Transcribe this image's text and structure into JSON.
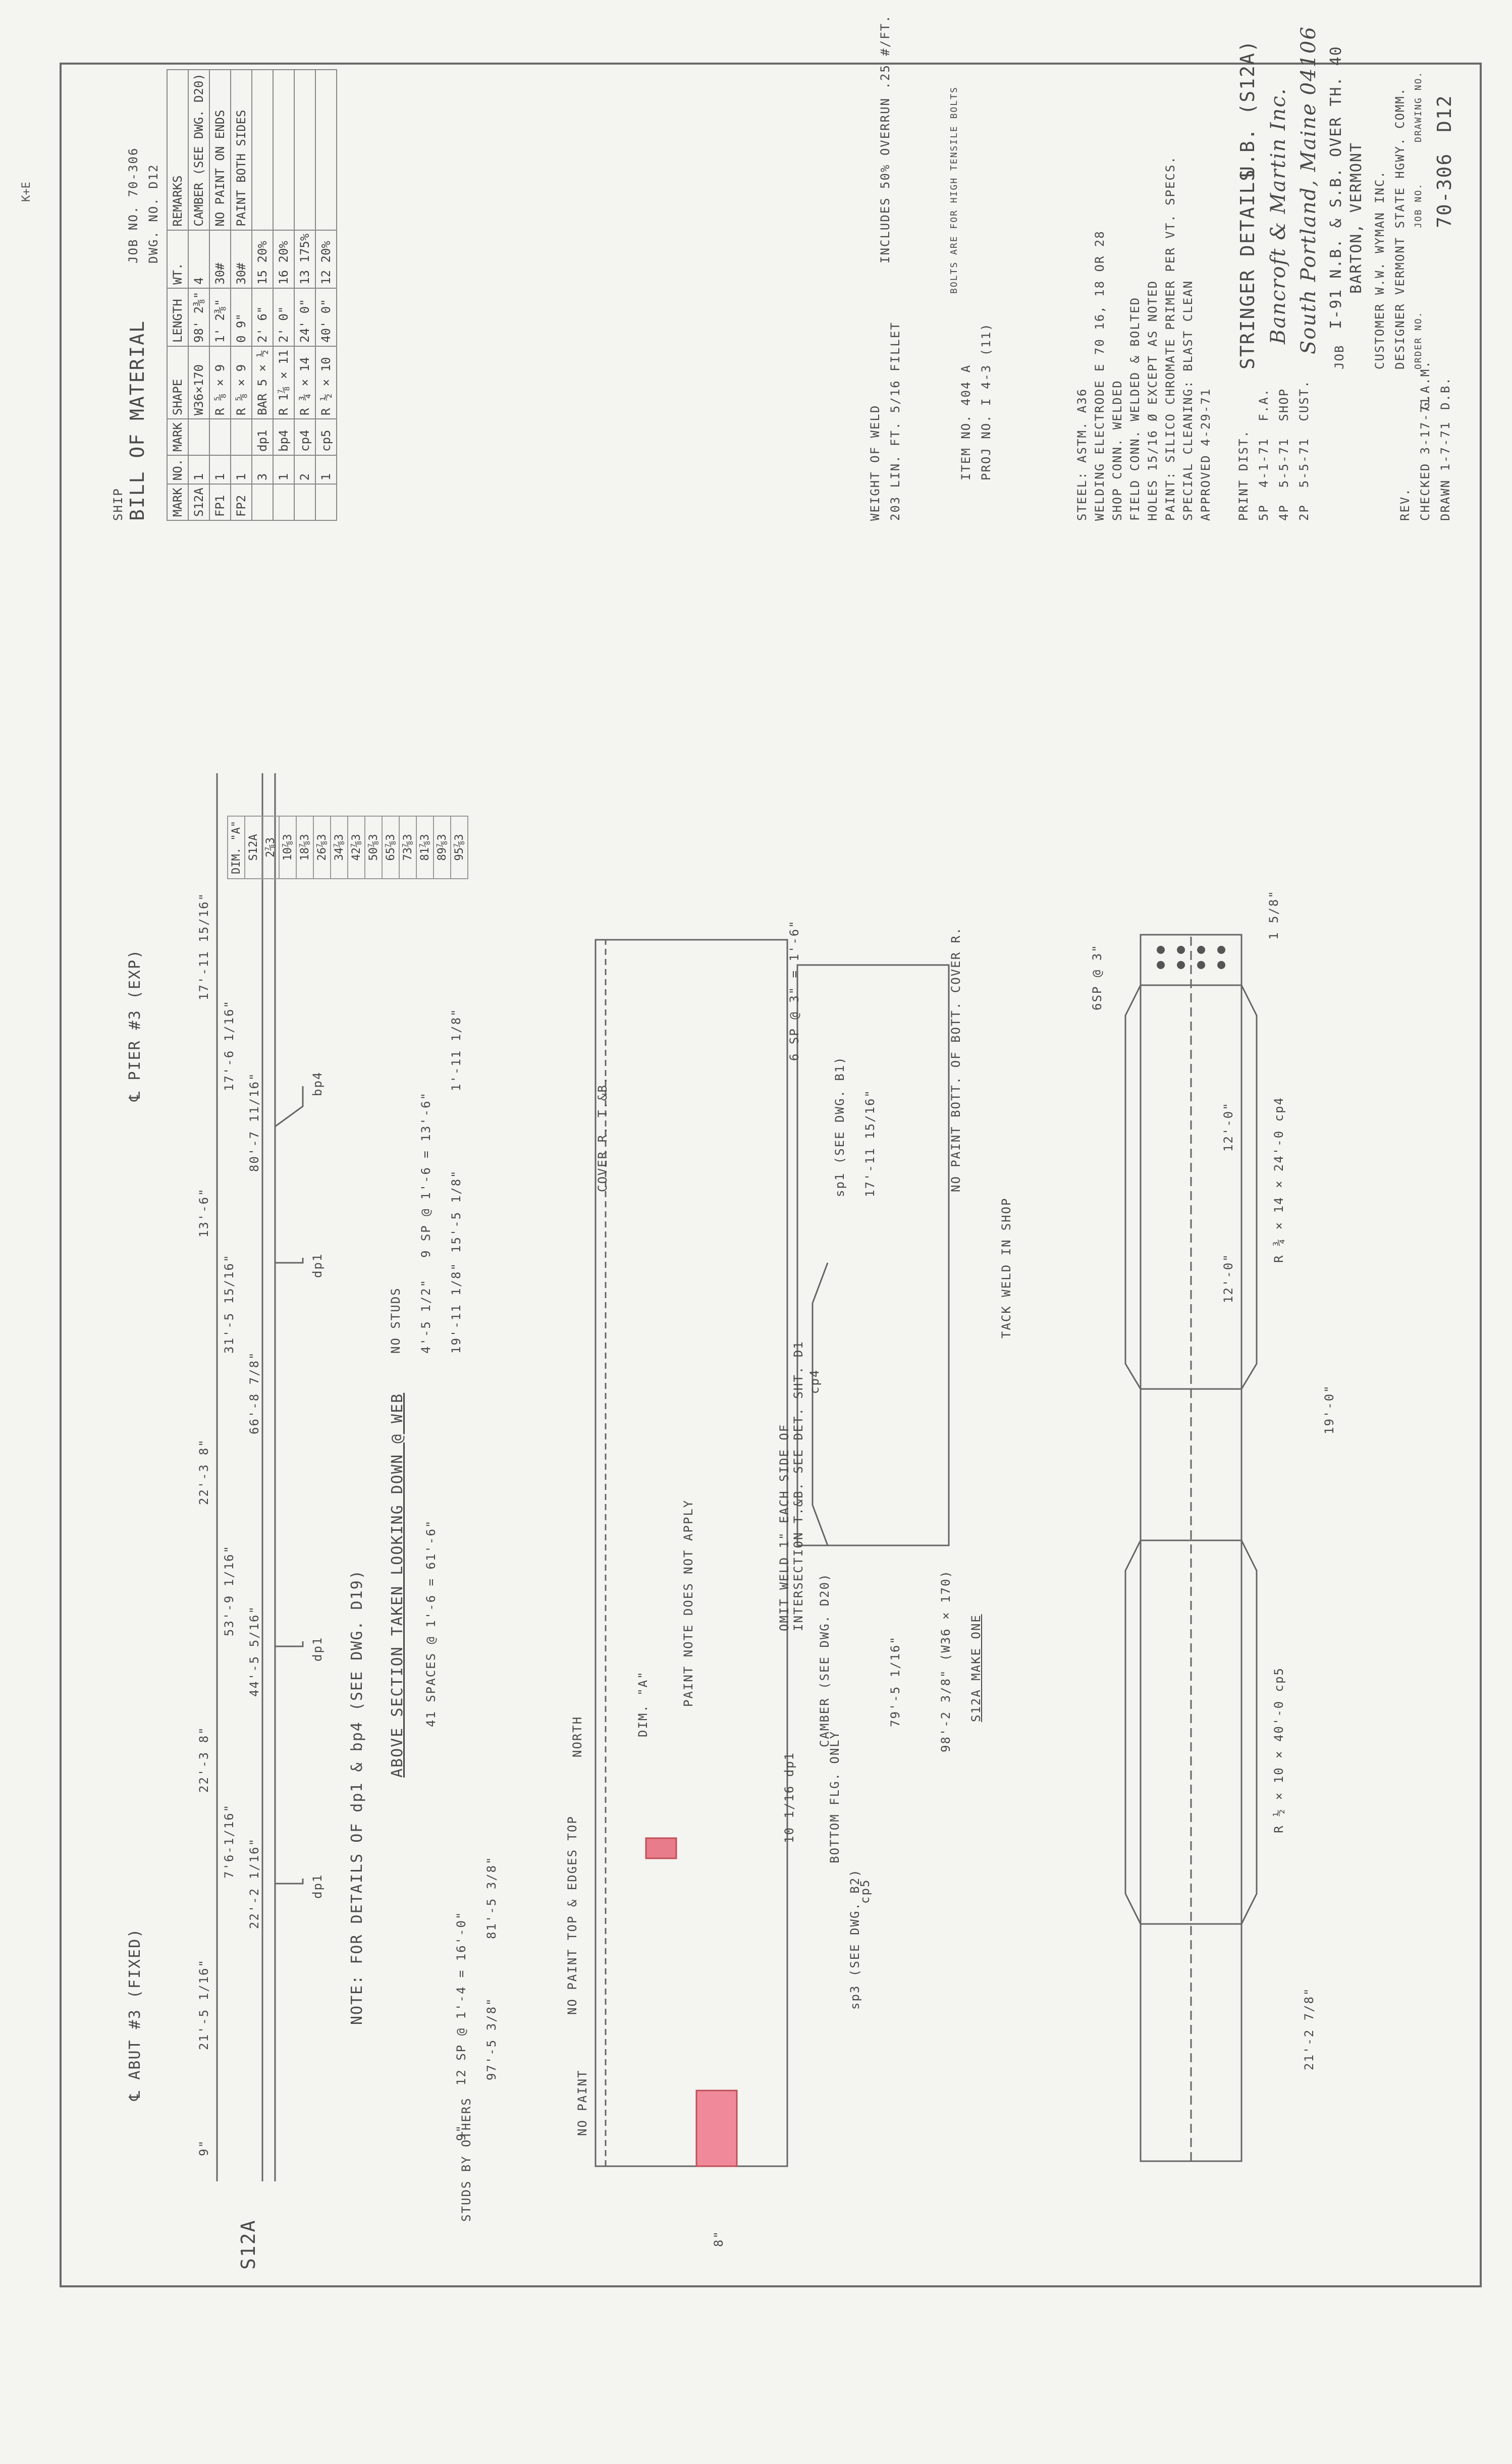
{
  "sheet": {
    "maker_mark": "K+E",
    "dwg_no": "D12",
    "job_no": "70-306"
  },
  "bom": {
    "title": "BILL OF MATERIAL",
    "job_label": "JOB NO. 70-306",
    "dwg_label": "DWG. NO. D12",
    "headers": [
      "MARK",
      "NO.",
      "MARK",
      "SHAPE",
      "LENGTH",
      "WT.",
      "REMARKS"
    ],
    "ship_label": "SHIP",
    "rows": [
      [
        "S12A",
        "1",
        "",
        "W36×170",
        "98' 2⅜\"",
        "4",
        "CAMBER (SEE DWG. D20)"
      ],
      [
        "FP1",
        "1",
        "",
        "R ⅝ × 9",
        "1' 2⅜\"",
        "30#",
        "NO PAINT ON ENDS"
      ],
      [
        "FP2",
        "1",
        "",
        "R ⅝ × 9",
        "0  9\"",
        "30#",
        "PAINT BOTH SIDES"
      ],
      [
        "",
        "3",
        "dp1",
        "BAR 5 × ½",
        "2' 6\"",
        "15 20%",
        ""
      ],
      [
        "",
        "1",
        "bp4",
        "R 1⅞ × 11",
        "2' 0\"",
        "16 20%",
        ""
      ],
      [
        "",
        "2",
        "cp4",
        "R ¾ × 14",
        "24' 0\"",
        "13 175%",
        ""
      ],
      [
        "",
        "1",
        "cp5",
        "R ½ × 10",
        "40' 0\"",
        "12 20%",
        ""
      ]
    ],
    "weld_label": "WEIGHT OF WELD",
    "weld_value": "203 LIN. FT. 5/16 FILLET",
    "weld_note": "INCLUDES 50% OVERRUN .25 #/FT.",
    "item": "ITEM NO. 404 A",
    "proj": "PROJ NO. I 4-3 (11)",
    "bolts_note": "BOLTS ARE FOR HIGH TENSILE BOLTS"
  },
  "specs": [
    "STEEL: ASTM. A36",
    "WELDING ELECTRODE E 70 16, 18 OR 28",
    "SHOP CONN. WELDED",
    "FIELD CONN. WELDED & BOLTED",
    "HOLES 15/16 Ø EXCEPT AS NOTED",
    "PAINT: SILICO CHROMATE PRIMER PER VT. SPECS.",
    "SPECIAL CLEANING: BLAST CLEAN",
    "APPROVED 4-29-71"
  ],
  "print_dist": {
    "title": "PRINT DIST.",
    "rows": [
      [
        "5P",
        "4-1-71",
        "F.A."
      ],
      [
        "4P",
        "5-5-71",
        "SHOP"
      ],
      [
        "2P",
        "5-5-71",
        "CUST."
      ]
    ]
  },
  "title_block": {
    "subject": "STRINGER DETAILS",
    "subject_b": "U.B. (S12A)",
    "company": "Bancroft & Martin Inc.",
    "location": "South Portland, Maine 04106",
    "job_prefix": "JOB",
    "job": "I-91 N.B. & S.B. OVER TH. 40",
    "job_loc": "BARTON, VERMONT",
    "customer": "CUSTOMER W.W. WYMAN INC.",
    "designer": "DESIGNER VERMONT STATE HGWY. COMM.",
    "order_no_label": "ORDER NO.",
    "job_no_label": "JOB NO.",
    "drawing_no_label": "DRAWING NO.",
    "job_no": "70-306",
    "drawing_no": "D12",
    "rev_label": "REV.",
    "checked": "CHECKED 3-17-71",
    "checked_by": "G.A.M.",
    "drawn": "DRAWN 1-7-71",
    "drawn_by": "D.B."
  },
  "dim_table": {
    "header": "DIM. \"A\"",
    "sub": "S12A",
    "values": [
      "2⅞3",
      "10⅞3",
      "18⅞3",
      "26⅞3",
      "34⅞3",
      "42⅞3",
      "50⅞3",
      "65⅞3",
      "73⅞3",
      "81⅞3",
      "89⅞3",
      "95⅞3"
    ]
  },
  "top_view": {
    "label": "S12A",
    "abut": "℄ ABUT #3 (FIXED)",
    "pier": "℄ PIER #3 (EXP)",
    "dims": [
      "9\"",
      "21'-5 1/16\"",
      "22'-2 1/16\"",
      "7'6-1/16\"",
      "22'-3 8\"",
      "44'-5 5/16\"",
      "53'-9 1/16\"",
      "22'-3 8\"",
      "66'-8 7/8\"",
      "31'-5 15/16\"",
      "13'-6\"",
      "80'-7 11/16\"",
      "17'-6 1/16\"",
      "17'-11 15/16\""
    ],
    "dp1": "dp1",
    "bp4": "bp4"
  },
  "note": {
    "text": "NOTE: FOR DETAILS OF dp1 & bp4 (SEE DWG. D19)",
    "section": "ABOVE SECTION TAKEN LOOKING DOWN @ WEB",
    "spaces": "41 SPACES @ 1'-6 = 61'-6\"",
    "studs": "STUDS BY OTHERS",
    "no_studs": "NO STUDS",
    "stud_dims": [
      "9\"",
      "12 SP @ 1'-4 = 16'-0\"",
      "97'-5 3/8\"",
      "81'-5 3/8\"",
      "4'-5 1/2\"",
      "9 SP @ 1'-6 = 13'-6\"",
      "19'-11 1/8\"",
      "15'-5 1/8\"",
      "1'-11 1/8\""
    ]
  },
  "side_view": {
    "no_paint": "NO PAINT",
    "no_paint_8": "8\"",
    "paint": "NO PAINT TOP & EDGES TOP",
    "north": "NORTH",
    "dim_a": "DIM. \"A\"",
    "paint_note": "PAINT NOTE DOES NOT APPLY",
    "camber": "CAMBER (SEE DWG. D20)",
    "bott": "BOTTOM FLG. ONLY",
    "sp3": "sp3 (SEE DWG. B2)",
    "cp5": "cp5",
    "cp4": "cp4",
    "dp1": "10 1/16 dp1",
    "len1": "79'-5 1/16\"",
    "len2": "98'-2 3/8\" (W36 × 170)",
    "make": "S12A MAKE ONE",
    "cover": "COVER R. T.&B.",
    "sp1": "sp1 (SEE DWG. B1)",
    "sp1_len": "17'-11 15/16\"",
    "omit": "OMIT WELD 1\" EACH SIDE OF INTERSECTION T.&B. SEE DET. SHT. D1",
    "bolts": "6 SP @ 3\" = 1'-6\"",
    "no_paint_bott": "NO PAINT BOTT. OF BOTT. COVER R.",
    "tack": "TACK WELD IN SHOP"
  },
  "bottom_view": {
    "dims": [
      "21'-2 7/8\"",
      "R ½ × 10 × 40'-0 cp5",
      "19'-0\"",
      "R ¾ × 14 × 24'-0 cp4",
      "12'-0\"",
      "12'-0\"",
      "6SP @ 3\"",
      "1 5/8\""
    ]
  }
}
